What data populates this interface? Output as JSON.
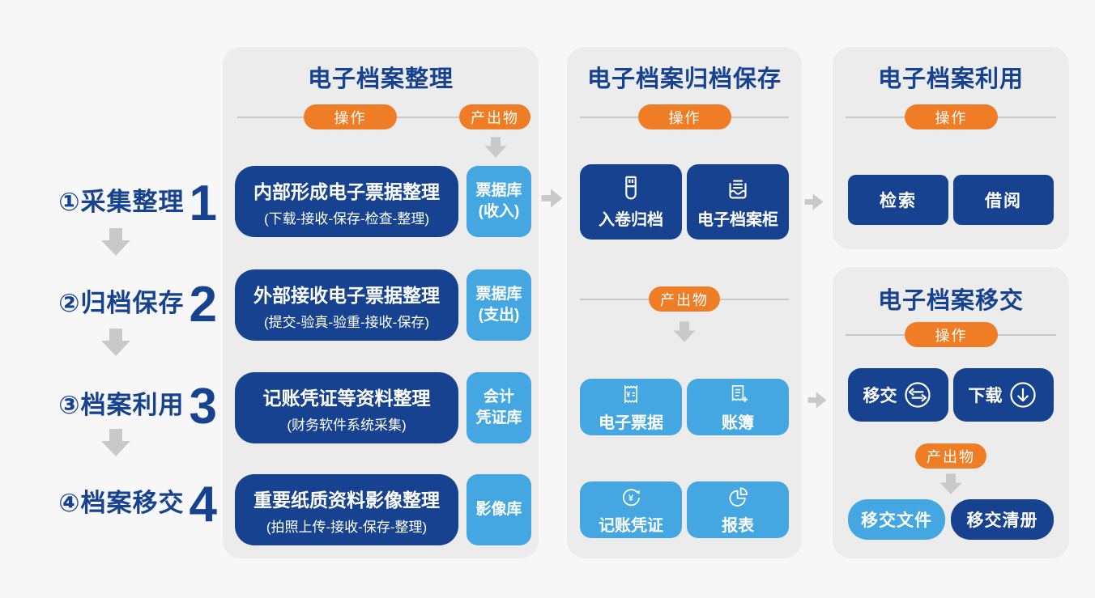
{
  "page": {
    "background": "#f7f7f8"
  },
  "colors": {
    "dark_blue": "#17428f",
    "light_blue": "#45a7e1",
    "orange": "#ef7d25",
    "panel_gray": "#ececec",
    "arrow_gray": "#c9c9c9"
  },
  "steps": {
    "items": [
      {
        "label": "①采集整理",
        "number": "1"
      },
      {
        "label": "②归档保存",
        "number": "2"
      },
      {
        "label": "③档案利用",
        "number": "3"
      },
      {
        "label": "④档案移交",
        "number": "4"
      }
    ]
  },
  "panels": {
    "organize": {
      "title": "电子档案整理",
      "operation_label": "操作",
      "output_label": "产出物",
      "rows": [
        {
          "title": "内部形成电子票据整理",
          "subtitle": "(下载-接收-保存-检查-整理)",
          "output": [
            "票据库",
            "(收入)"
          ]
        },
        {
          "title": "外部接收电子票据整理",
          "subtitle": "(提交-验真-验重-接收-保存)",
          "output": [
            "票据库",
            "(支出)"
          ]
        },
        {
          "title": "记账凭证等资料整理",
          "subtitle": "(财务软件系统采集)",
          "output": [
            "会计",
            "凭证库"
          ]
        },
        {
          "title": "重要纸质资料影像整理",
          "subtitle": "(拍照上传-接收-保存-整理)",
          "output": [
            "影像库"
          ]
        }
      ]
    },
    "archive": {
      "title": "电子档案归档保存",
      "operation_label": "操作",
      "operations": [
        {
          "label": "入卷归档",
          "icon": "usb-drive-icon"
        },
        {
          "label": "电子档案柜",
          "icon": "archive-cabinet-icon"
        }
      ],
      "output_label": "产出物",
      "outputs": [
        {
          "label": "电子票据",
          "icon": "receipt-icon"
        },
        {
          "label": "账簿",
          "icon": "ledger-icon"
        },
        {
          "label": "记账凭证",
          "icon": "yuan-circle-icon"
        },
        {
          "label": "报表",
          "icon": "pie-chart-icon"
        }
      ]
    },
    "use": {
      "title": "电子档案利用",
      "operation_label": "操作",
      "operations": [
        {
          "label": "检索"
        },
        {
          "label": "借阅"
        }
      ]
    },
    "transfer": {
      "title": "电子档案移交",
      "operation_label": "操作",
      "operations": [
        {
          "label": "移交",
          "icon": "transfer-arrows-icon"
        },
        {
          "label": "下载",
          "icon": "download-icon"
        }
      ],
      "output_label": "产出物",
      "outputs": [
        {
          "label": "移交文件",
          "style": "light"
        },
        {
          "label": "移交清册",
          "style": "dark"
        }
      ]
    }
  }
}
